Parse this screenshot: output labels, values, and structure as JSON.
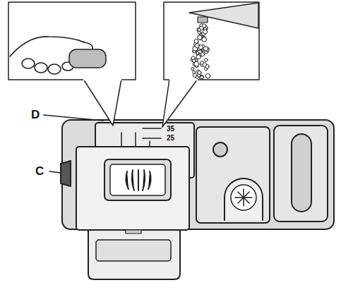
{
  "diagram": {
    "labels": [
      "D",
      "C",
      "35",
      "25"
    ]
  }
}
